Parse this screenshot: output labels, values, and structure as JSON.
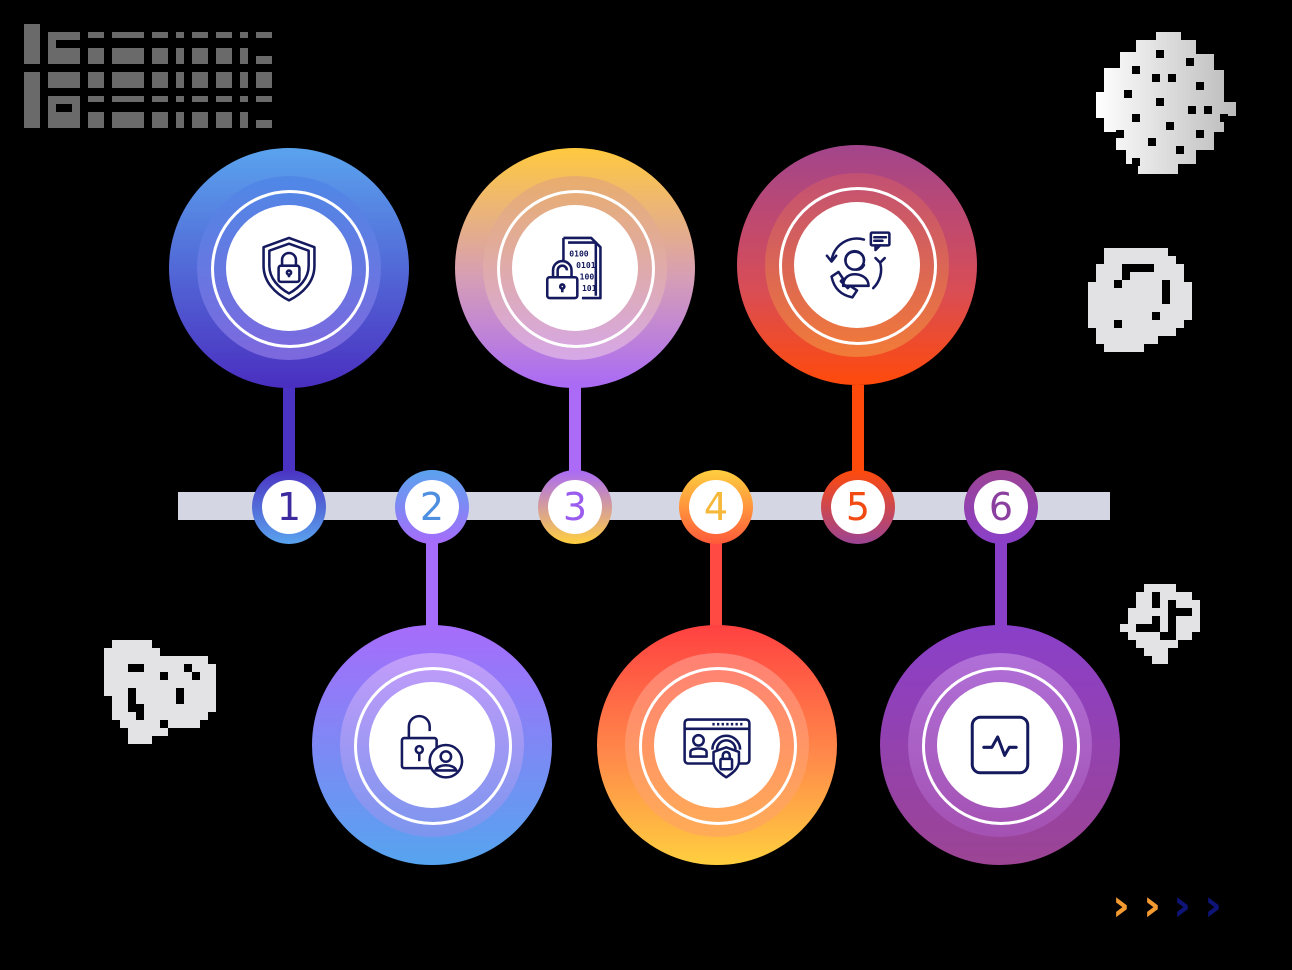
{
  "diagram": {
    "type": "timeline-infographic",
    "steps": [
      {
        "number": "1",
        "icon": "shield-lock-icon",
        "position": "top",
        "color_top": "#5aa3ee",
        "color_bottom": "#4a2fc0",
        "number_color": "#3c2a9e"
      },
      {
        "number": "2",
        "icon": "unlock-user-icon",
        "position": "bottom",
        "color_top": "#a66cfb",
        "color_bottom": "#56a4ef",
        "number_color": "#4e8fe0"
      },
      {
        "number": "3",
        "icon": "binary-file-lock-icon",
        "position": "top",
        "color_top": "#ffc93f",
        "color_bottom": "#a96af6",
        "number_color": "#9a5bef"
      },
      {
        "number": "4",
        "icon": "id-card-shield-icon",
        "position": "bottom",
        "color_top": "#ff4141",
        "color_bottom": "#ffcf3f",
        "number_color": "#f6b83a"
      },
      {
        "number": "5",
        "icon": "customer-support-icon",
        "position": "top",
        "color_top": "#a2458c",
        "color_bottom": "#ff4a0b",
        "number_color": "#f14a12"
      },
      {
        "number": "6",
        "icon": "activity-monitor-icon",
        "position": "bottom",
        "color_top": "#8a3fc9",
        "color_bottom": "#9c4494",
        "number_color": "#8b3f9f"
      }
    ],
    "timeline_color": "#d4d7e3",
    "icon_stroke_color": "#151a5e"
  },
  "decorations": {
    "chevrons": [
      {
        "glyph": "›",
        "color": "#f39a30"
      },
      {
        "glyph": "›",
        "color": "#f39a30"
      },
      {
        "glyph": "›",
        "color": "#0e1478"
      },
      {
        "glyph": "›",
        "color": "#0e1478"
      }
    ]
  }
}
